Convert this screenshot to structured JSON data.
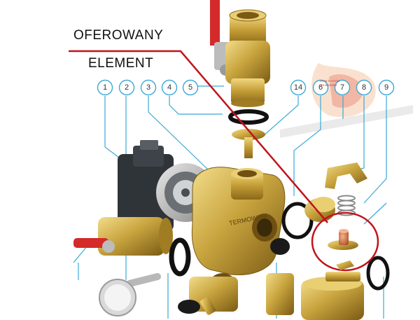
{
  "callouts": {
    "label_1": "1",
    "label_2": "2",
    "label_3": "3",
    "label_4": "4",
    "label_5": "5",
    "label_14": "14",
    "label_6": "6",
    "label_7": "7",
    "label_8": "8",
    "label_9": "9"
  },
  "offer_label": {
    "line1": "OFEROWANY",
    "line2": "ELEMENT"
  },
  "watermark": {
    "line1": "TERM-SYSTEM",
    "line2": "GOLBIEWSKI"
  },
  "housing_engraving": "TERMOWARI",
  "colors": {
    "brass": "#c9a53f",
    "brass_dark": "#8a6a1a",
    "callout_blue": "#3ba9d6",
    "highlight_red": "#c0141c",
    "valve_handle_red": "#d42a2a"
  }
}
